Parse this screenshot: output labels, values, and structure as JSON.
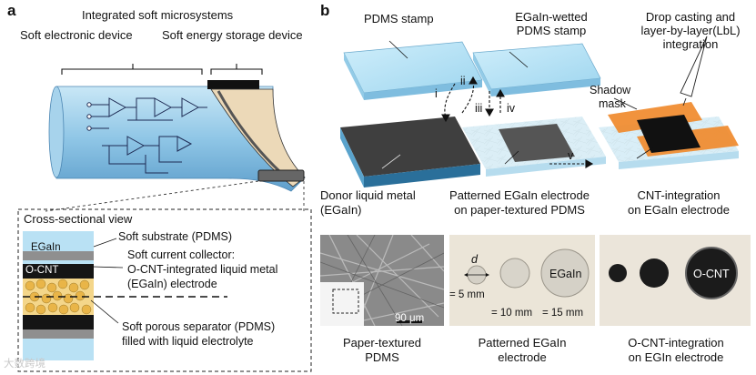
{
  "panel_a": {
    "label": "a",
    "title": "Integrated soft microsystems",
    "device_left": "Soft electronic device",
    "device_right": "Soft energy storage device",
    "cross_section": {
      "title": "Cross-sectional view",
      "layer_egain": "EGaIn",
      "layer_ocnt": "O-CNT",
      "substrate": "Soft substrate (PDMS)",
      "collector_line1": "Soft current collector:",
      "collector_line2": "O-CNT-integrated liquid metal",
      "collector_line3": "(EGaIn) electrode",
      "separator_line1": "Soft porous separator (PDMS)",
      "separator_line2": "filled with liquid electrolyte"
    }
  },
  "panel_b": {
    "label": "b",
    "pdms_stamp": "PDMS stamp",
    "wetted_line1": "EGaIn-wetted",
    "wetted_line2": "PDMS stamp",
    "drop_line1": "Drop casting and",
    "drop_line2": "layer-by-layer(LbL)",
    "drop_line3": "integration",
    "shadow_line1": "Shadow",
    "shadow_line2": "mask",
    "step_i": "i",
    "step_ii": "ii",
    "step_iii": "iii",
    "step_iv": "iv",
    "step_v": "v",
    "donor_line1": "Donor liquid metal",
    "donor_line2": "(EGaIn)",
    "patterned_line1": "Patterned EGaIn electrode",
    "patterned_line2": "on paper-textured PDMS",
    "cnt_line1": "CNT-integration",
    "cnt_line2": "on EGaIn electrode",
    "photos": {
      "scale_bar": "90 μm",
      "d_symbol": "d",
      "d5": "= 5 mm",
      "d10": "= 10 mm",
      "d15": "= 15 mm",
      "egain_tag": "EGaIn",
      "ocnt_tag": "O-CNT",
      "cap1_line1": "Paper-textured",
      "cap1_line2": "PDMS",
      "cap2_line1": "Patterned EGaIn",
      "cap2_line2": "electrode",
      "cap3_line1": "O-CNT-integration",
      "cap3_line2": "on EGIn electrode"
    }
  },
  "watermark": "大数跨境",
  "colors": {
    "pdms_blue": "#a9d8ee",
    "metal_dark": "#3d3d3d",
    "shadow_mask": "#f08a2c",
    "particle": "#f2c15b"
  }
}
